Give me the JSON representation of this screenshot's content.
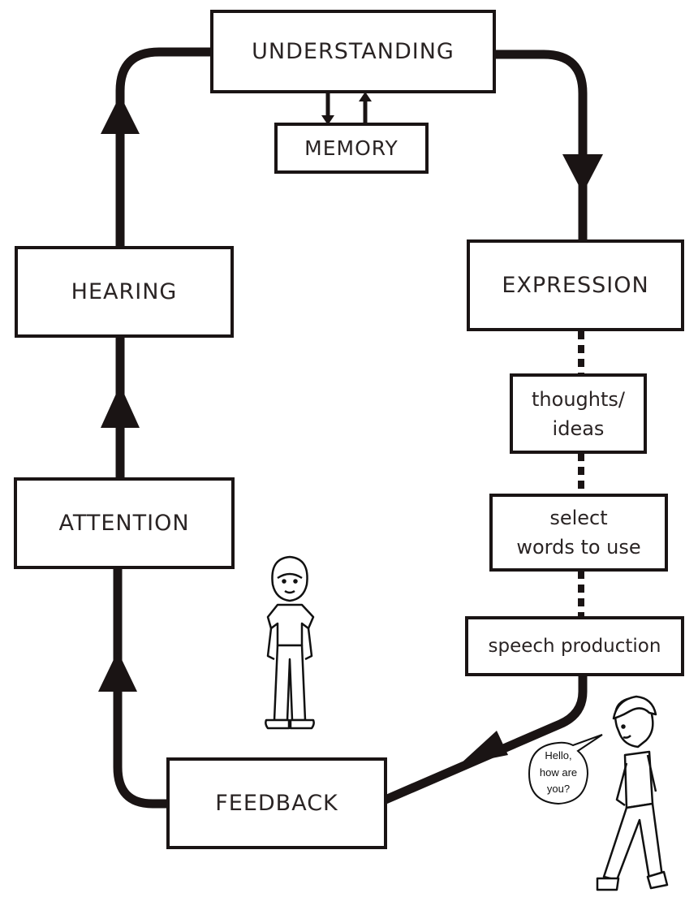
{
  "diagram": {
    "nodes": {
      "understanding": "UNDERSTANDING",
      "memory": "MEMORY",
      "expression": "EXPRESSION",
      "thoughts": [
        "thoughts/",
        "ideas"
      ],
      "select_words": [
        "select",
        "words to use"
      ],
      "speech": "speech production",
      "feedback": "FEEDBACK",
      "attention": "ATTENTION",
      "hearing": "HEARING"
    },
    "speech_bubble": [
      "Hello,",
      "how are",
      "you?"
    ],
    "colors": {
      "line": "#1a1414",
      "box_border": "#1a1414",
      "background": "#ffffff"
    },
    "figures": [
      "listener-figure",
      "speaker-figure"
    ]
  }
}
